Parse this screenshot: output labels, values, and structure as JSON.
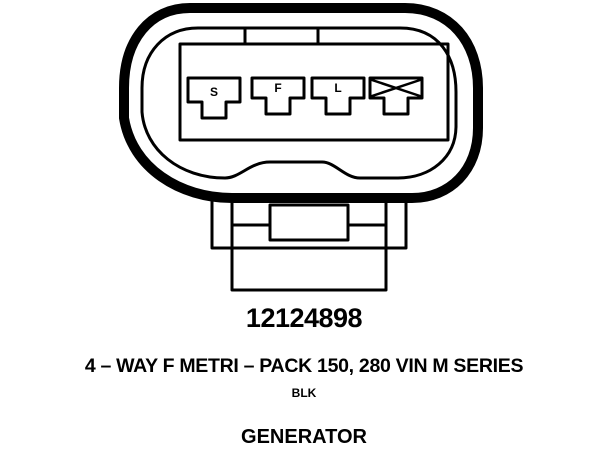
{
  "connector": {
    "part_number": "12124898",
    "description": "4 – WAY F METRI – PACK 150, 280 VIN M SERIES",
    "color_code": "BLK",
    "component": "GENERATOR"
  },
  "terminals": [
    {
      "label": "S",
      "marked": false
    },
    {
      "label": "F",
      "marked": false
    },
    {
      "label": "L",
      "marked": false
    },
    {
      "label": "",
      "marked": true
    }
  ],
  "colors": {
    "ink": "#000000",
    "paper": "#ffffff"
  }
}
